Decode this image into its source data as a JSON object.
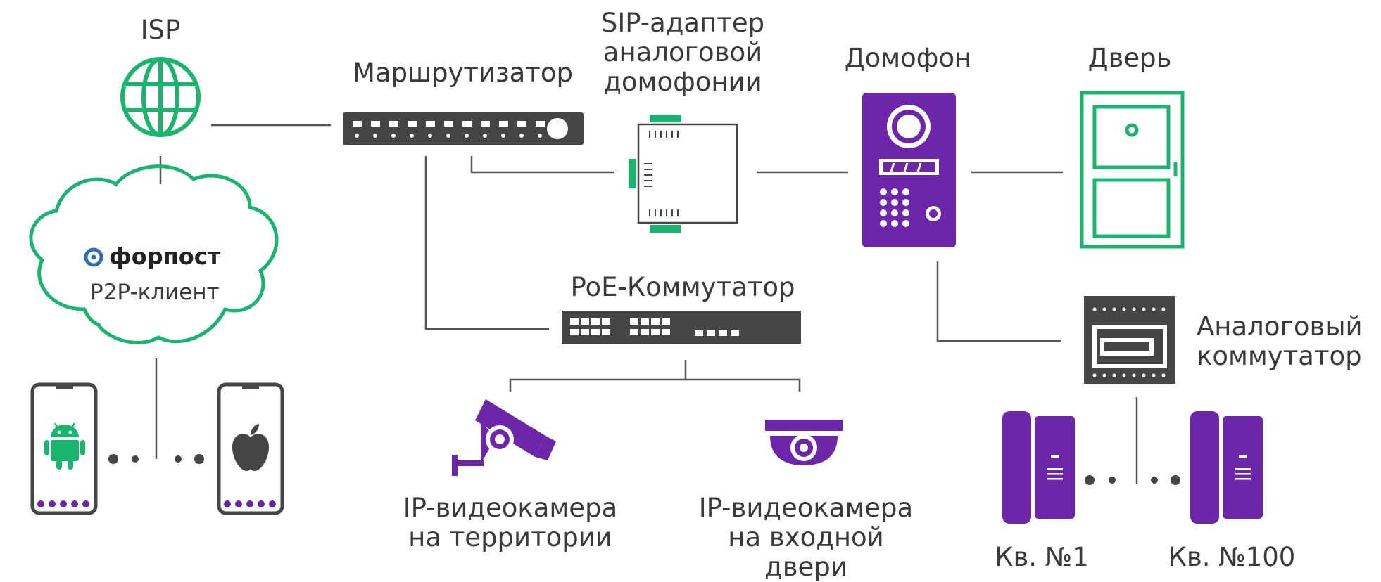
{
  "colors": {
    "green": "#19b46e",
    "purple": "#6d26a9",
    "dark": "#454545",
    "line": "#555555",
    "text": "#3a3a3a"
  },
  "labels": {
    "isp": "ISP",
    "router": "Маршрутизатор",
    "sip_adapter": [
      "SIP-адаптер",
      "аналоговой",
      "домофонии"
    ],
    "intercom": "Домофон",
    "door": "Дверь",
    "poe_switch": "PoE-Коммутатор",
    "analog_switch": [
      "Аналоговый",
      "коммутатор"
    ],
    "ip_camera_territory": [
      "IP-видеокамера",
      "на территории"
    ],
    "ip_camera_door": [
      "IP-видеокамера",
      "на входной",
      "двери"
    ],
    "apartment_first": "Кв. №1",
    "apartment_last": "Кв. №100"
  },
  "cloud": {
    "brand": "форпост",
    "client": "P2P-клиент"
  },
  "icons": {
    "isp": "globe-icon",
    "router": "router-icon",
    "sip_adapter": "sip-adapter-icon",
    "intercom": "intercom-panel-icon",
    "door": "door-icon",
    "poe_switch": "network-switch-icon",
    "analog_switch": "analog-switch-icon",
    "camera_territory": "bullet-camera-icon",
    "camera_door": "dome-camera-icon",
    "phone_android": "android-icon",
    "phone_ios": "apple-icon",
    "apartment_handset": "intercom-handset-icon"
  }
}
